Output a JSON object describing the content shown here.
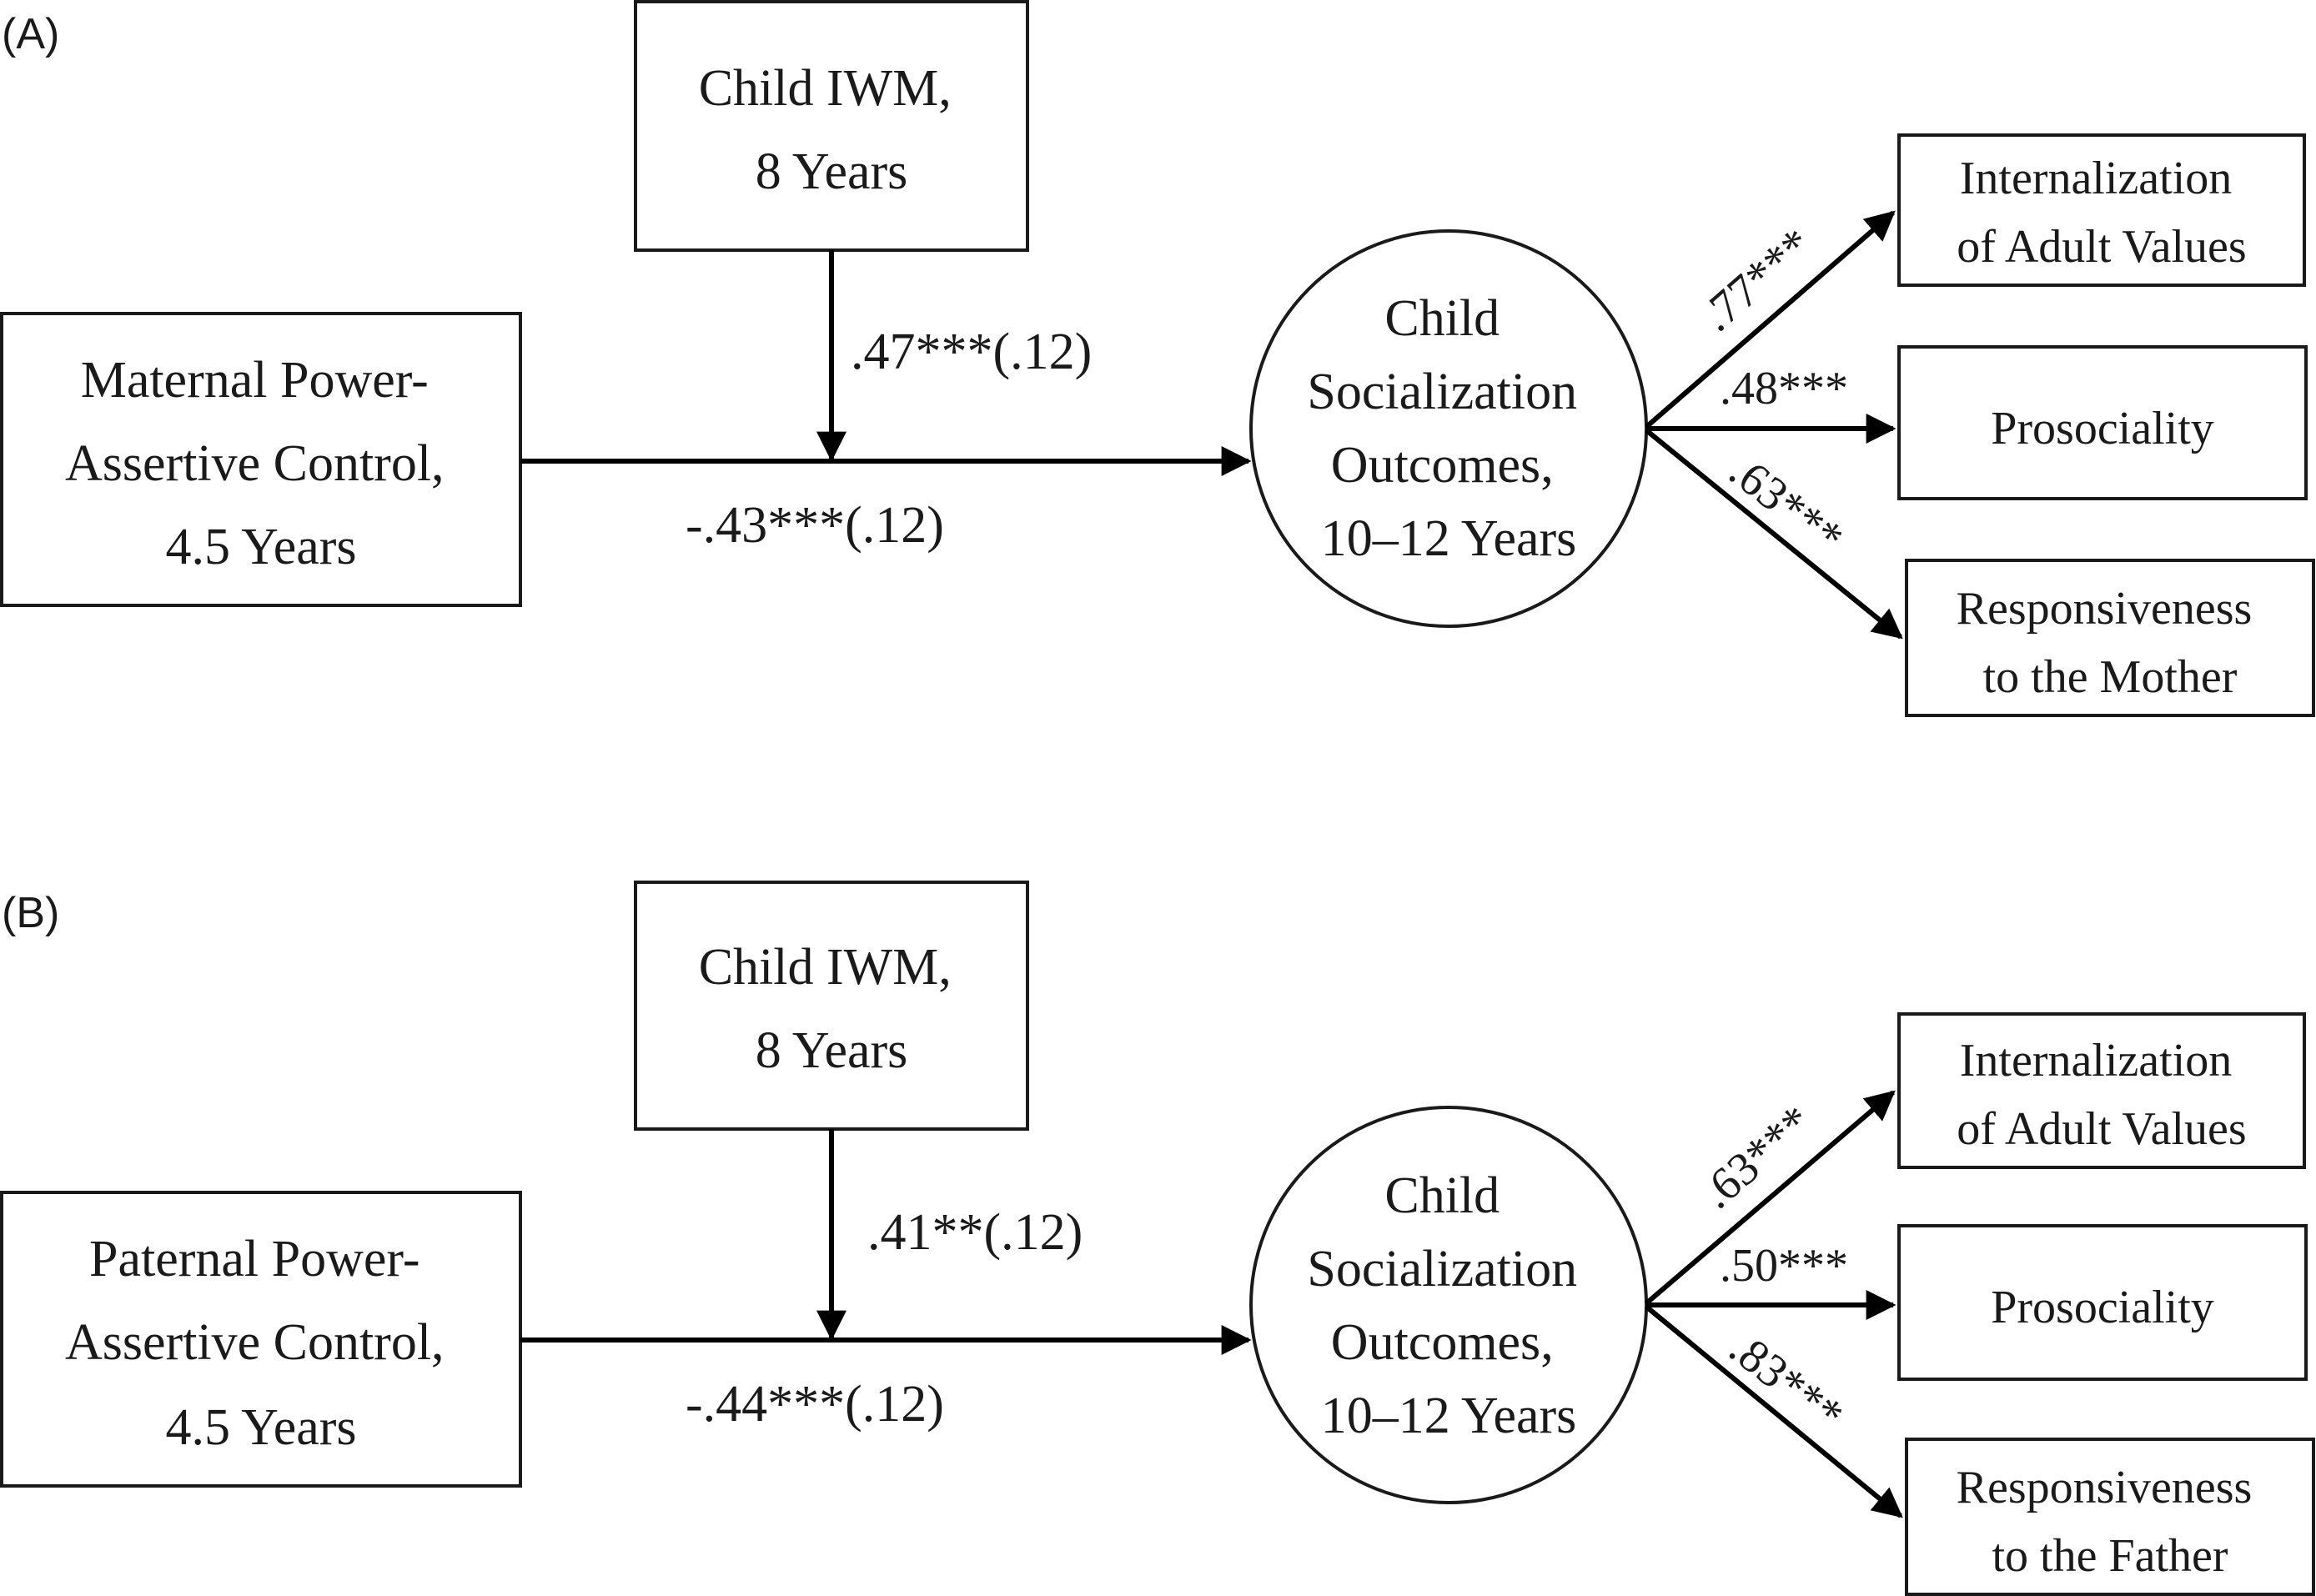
{
  "panels": [
    {
      "label": "(A)",
      "moderator": [
        "Child IWM,",
        "8 Years"
      ],
      "predictor": [
        "Maternal Power-",
        "Assertive  Control,",
        "4.5 Years"
      ],
      "outcome": [
        "Child",
        "Socialization",
        "Outcomes,",
        "10–12 Years"
      ],
      "moderation_coef": ".47***(.12)",
      "main_coef": "-.43***(.12)",
      "indicators": [
        {
          "text": [
            "Internalization",
            "of Adult Values"
          ],
          "loading": ".77***"
        },
        {
          "text": [
            "Prosociality"
          ],
          "loading": ".48***"
        },
        {
          "text": [
            "Responsiveness",
            "to the Mother"
          ],
          "loading": ".63***"
        }
      ]
    },
    {
      "label": "(B)",
      "moderator": [
        "Child IWM,",
        "8 Years"
      ],
      "predictor": [
        "Paternal Power-",
        "Assertive  Control,",
        "4.5 Years"
      ],
      "outcome": [
        "Child",
        "Socialization",
        "Outcomes,",
        "10–12 Years"
      ],
      "moderation_coef": ".41**(.12)",
      "main_coef": "-.44***(.12)",
      "indicators": [
        {
          "text": [
            "Internalization",
            "of Adult Values"
          ],
          "loading": ".63***"
        },
        {
          "text": [
            "Prosociality"
          ],
          "loading": ".50***"
        },
        {
          "text": [
            "Responsiveness",
            "to the Father"
          ],
          "loading": ".83***"
        }
      ]
    }
  ]
}
